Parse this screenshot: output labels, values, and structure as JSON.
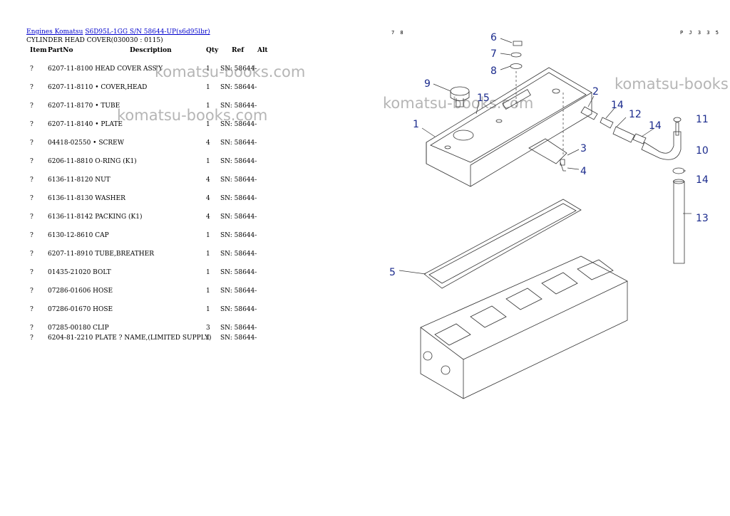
{
  "breadcrumb": {
    "engines": "Engines Komatsu",
    "model": "S6D95L-1GG S/N 58644-UP(s6d95lbr)"
  },
  "subtitle": "CYLINDER HEAD COVER(030030 : 0115)",
  "table": {
    "headers": {
      "item": "Item",
      "partno": "PartNo",
      "description": "Description",
      "qty": "Qty",
      "ref": "Ref",
      "alt": "Alt"
    },
    "rows": [
      {
        "item": "?",
        "part_desc": "6207-11-8100 HEAD COVER ASS'Y",
        "qty": "1",
        "sn": "SN: 58644-"
      },
      {
        "item": "?",
        "part_desc": "6207-11-8110 • COVER,HEAD",
        "qty": "1",
        "sn": "SN: 58644-"
      },
      {
        "item": "?",
        "part_desc": "6207-11-8170 • TUBE",
        "qty": "1",
        "sn": "SN: 58644-"
      },
      {
        "item": "?",
        "part_desc": "6207-11-8140 • PLATE",
        "qty": "1",
        "sn": "SN: 58644-"
      },
      {
        "item": "?",
        "part_desc": "04418-02550  • SCREW",
        "qty": "4",
        "sn": "SN: 58644-"
      },
      {
        "item": "?",
        "part_desc": "6206-11-8810 O-RING (K1)",
        "qty": "1",
        "sn": "SN: 58644-"
      },
      {
        "item": "?",
        "part_desc": "6136-11-8120 NUT",
        "qty": "4",
        "sn": "SN: 58644-"
      },
      {
        "item": "?",
        "part_desc": "6136-11-8130 WASHER",
        "qty": "4",
        "sn": "SN: 58644-"
      },
      {
        "item": "?",
        "part_desc": "6136-11-8142 PACKING (K1)",
        "qty": "4",
        "sn": "SN: 58644-"
      },
      {
        "item": "?",
        "part_desc": "6130-12-8610 CAP",
        "qty": "1",
        "sn": "SN: 58644-"
      },
      {
        "item": "?",
        "part_desc": "6207-11-8910 TUBE,BREATHER",
        "qty": "1",
        "sn": "SN: 58644-"
      },
      {
        "item": "?",
        "part_desc": "01435-21020  BOLT",
        "qty": "1",
        "sn": "SN: 58644-"
      },
      {
        "item": "?",
        "part_desc": "07286-01606  HOSE",
        "qty": "1",
        "sn": "SN: 58644-"
      },
      {
        "item": "?",
        "part_desc": "07286-01670  HOSE",
        "qty": "1",
        "sn": "SN: 58644-"
      },
      {
        "item": "?",
        "part_desc": "07285-00180  CLIP",
        "qty": "3",
        "sn": "SN: 58644-"
      },
      {
        "item": "?",
        "part_desc": "6204-81-2210 PLATE ? NAME,(LIMITED SUPPLY)",
        "qty": "1",
        "sn": "SN: 58644-"
      }
    ]
  },
  "watermark": "komatsu-books.com",
  "diagram": {
    "page_left": "7 8",
    "page_right": "P J 3 3 5",
    "callouts": [
      "1",
      "2",
      "3",
      "4",
      "5",
      "6",
      "7",
      "8",
      "9",
      "10",
      "11",
      "12",
      "13",
      "14",
      "14",
      "14",
      "15"
    ]
  },
  "colors": {
    "link": "#0000cc",
    "callout": "#1a2a8c",
    "watermark": "#787878"
  }
}
